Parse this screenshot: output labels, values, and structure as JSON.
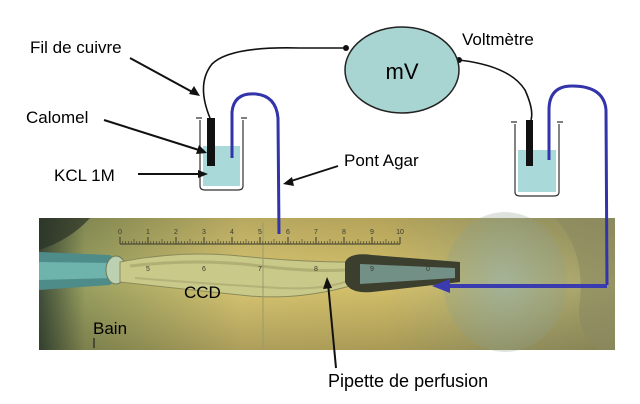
{
  "labels": {
    "meter": "mV",
    "voltmeter": "Voltmètre",
    "copper_wire": "Fil de cuivre",
    "calomel": "Calomel",
    "kcl": "KCL 1M",
    "agar_bridge": "Pont Agar",
    "ccd": "CCD",
    "bath": "Bain",
    "perfusion_pipette": "Pipette de perfusion"
  },
  "scale": {
    "upper_ticks": [
      "0",
      "1",
      "2",
      "3",
      "4",
      "5",
      "6",
      "7",
      "8",
      "9",
      "10"
    ],
    "lower_ticks": [
      "5",
      "6",
      "7",
      "8",
      "9",
      "0"
    ]
  },
  "colors": {
    "meter_fill": "#a8d4d1",
    "beaker_solution": "#a9d9d8",
    "agar_bridge": "#3333aa",
    "flow_arrow": "#3b3bb0",
    "wire": "#111111",
    "micro_background": "#cdbb6a"
  }
}
